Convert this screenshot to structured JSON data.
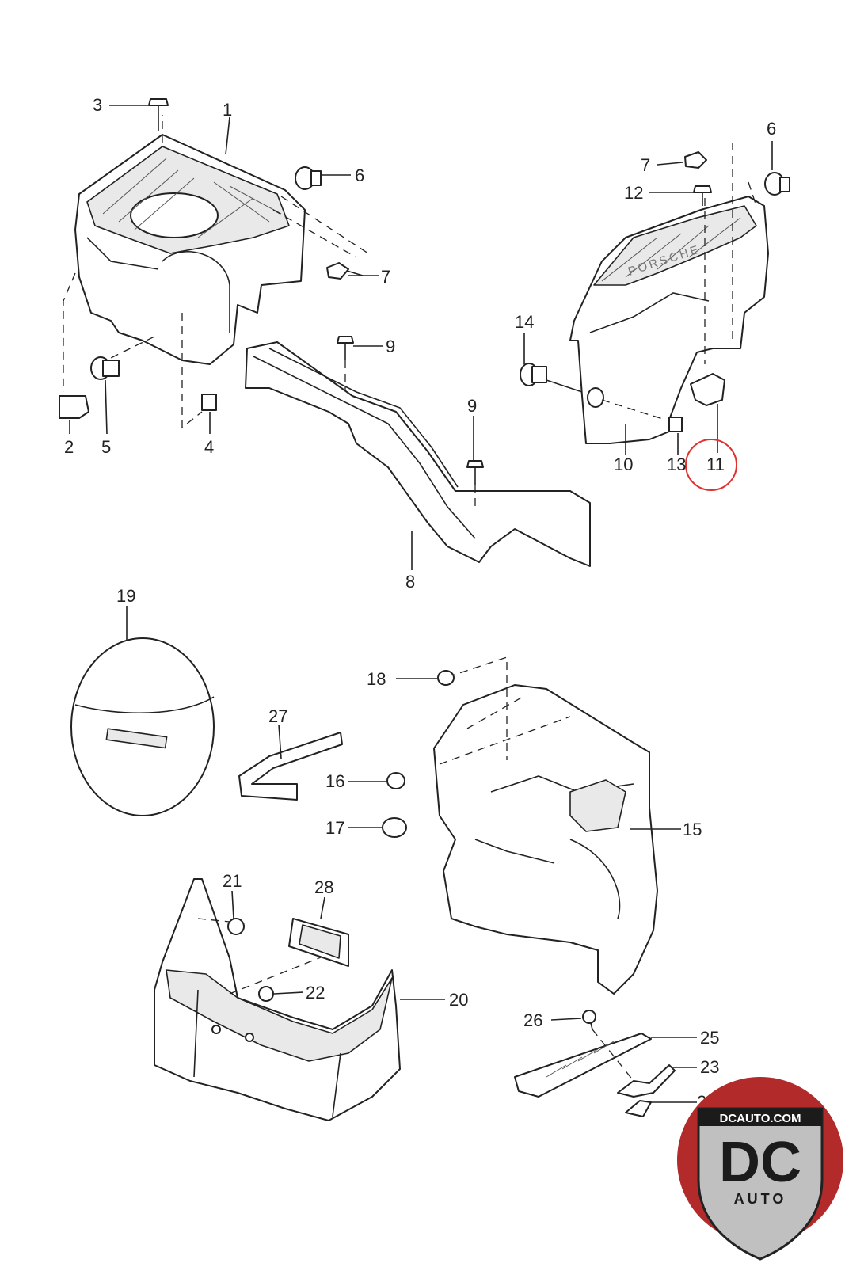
{
  "diagram": {
    "callouts": [
      "1",
      "2",
      "3",
      "4",
      "5",
      "6",
      "7",
      "8",
      "9",
      "9",
      "10",
      "11",
      "12",
      "13",
      "14",
      "6",
      "7",
      "15",
      "16",
      "17",
      "18",
      "19",
      "20",
      "21",
      "22",
      "23",
      "24",
      "25",
      "26",
      "27",
      "28"
    ],
    "highlighted_callout": "11",
    "highlight_color": "#e03030",
    "embossed_text": "PORSCHE"
  },
  "logo": {
    "site": "DCAUTO.COM",
    "letters": "DC",
    "sub": "AUTO",
    "colors": {
      "ring": "#b22a2a",
      "badge": "#c0c0c0",
      "dark": "#1b1b1b"
    }
  }
}
